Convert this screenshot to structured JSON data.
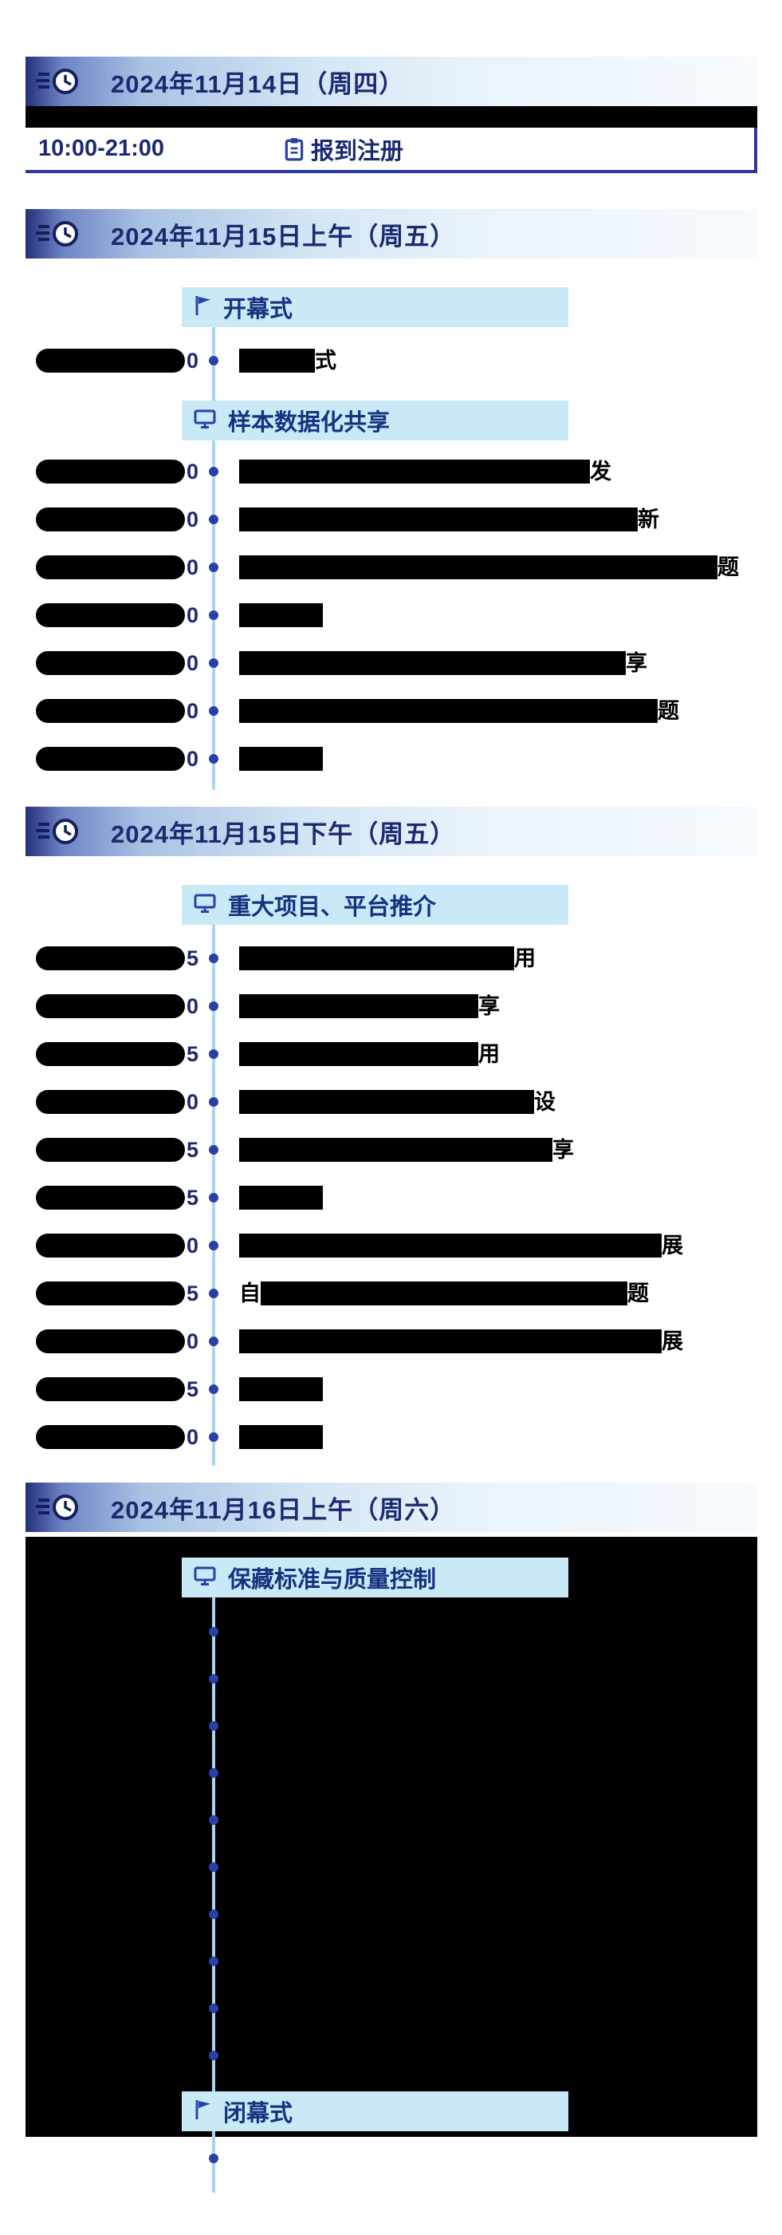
{
  "colors": {
    "navy_text": "#1b2a70",
    "accent_blue": "#2838a0",
    "icon_blue": "#2741a6",
    "timeline_line": "#a5d8ef",
    "session_label_bg": "#c9e9f7",
    "redaction": "#000000"
  },
  "day1": {
    "header_title": "2024年11月14日（周四）",
    "registration": {
      "time": "10:00-21:00",
      "label": "报到注册"
    }
  },
  "day2am": {
    "header_title": "2024年11月15日上午（周五）",
    "opening_label": "开幕式",
    "session_label": "样本数据化共享",
    "rows": [
      {
        "t": "0",
        "s": "式"
      },
      {
        "t": "0",
        "s": "发"
      },
      {
        "t": "0",
        "s": "新"
      },
      {
        "t": "0",
        "s": "题"
      },
      {
        "t": "0",
        "s": ""
      },
      {
        "t": "0",
        "s": "享"
      },
      {
        "t": "0",
        "s": "题"
      },
      {
        "t": "0",
        "s": ""
      }
    ]
  },
  "day2pm": {
    "header_title": "2024年11月15日下午（周五）",
    "session_label": "重大项目、平台推介",
    "rows": [
      {
        "t": "5",
        "s": "用"
      },
      {
        "t": "0",
        "s": "享"
      },
      {
        "t": "5",
        "s": "用"
      },
      {
        "t": "0",
        "s": "设"
      },
      {
        "t": "5",
        "s": "享"
      },
      {
        "t": "5",
        "s": ""
      },
      {
        "t": "0",
        "s": "展"
      },
      {
        "t": "5",
        "p": "自",
        "s": "题"
      },
      {
        "t": "0",
        "s": "展"
      },
      {
        "t": "5",
        "s": ""
      },
      {
        "t": "0",
        "s": ""
      }
    ]
  },
  "day3am": {
    "header_title": "2024年11月16日上午（周六）",
    "session_label": "保藏标准与质量控制",
    "closing_label": "闭幕式"
  }
}
